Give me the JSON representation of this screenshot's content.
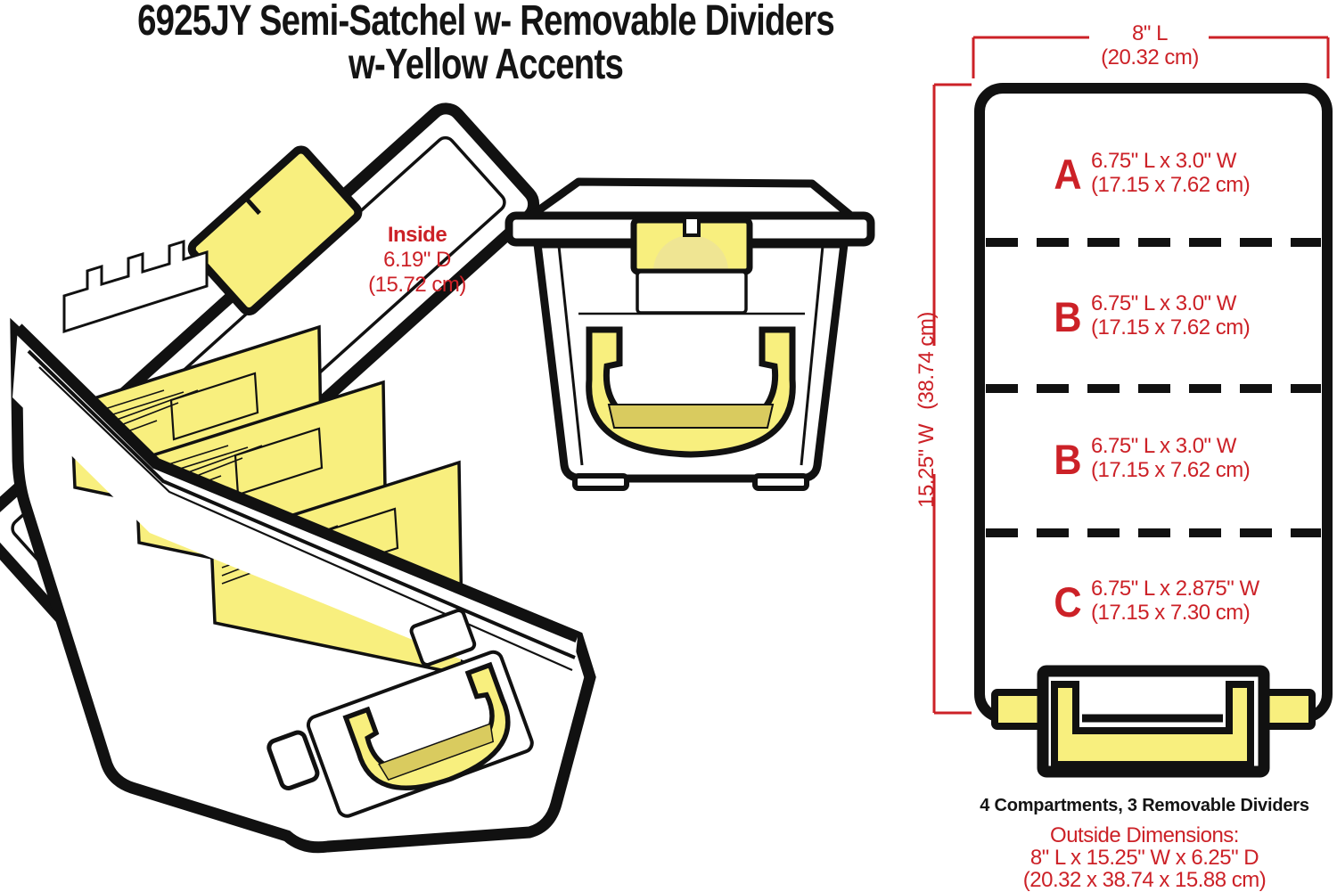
{
  "title": {
    "line1": "6925JY Semi-Satchel w- Removable Dividers",
    "line2": "w-Yellow Accents"
  },
  "inside_note": {
    "label": "Inside",
    "depth_in": "6.19\" D",
    "depth_cm": "(15.72 cm)"
  },
  "top_view": {
    "length_dim": {
      "inches": "8\" L",
      "cm": "(20.32 cm)"
    },
    "width_dim": {
      "inches": "15.25\" W",
      "cm": "(38.74 cm)"
    },
    "compartments": [
      {
        "letter": "A",
        "size_in": "6.75\" L x 3.0\" W",
        "size_cm": "(17.15 x 7.62 cm)"
      },
      {
        "letter": "B",
        "size_in": "6.75\" L x 3.0\" W",
        "size_cm": "(17.15 x 7.62 cm)"
      },
      {
        "letter": "B",
        "size_in": "6.75\" L x 3.0\" W",
        "size_cm": "(17.15 x 7.62 cm)"
      },
      {
        "letter": "C",
        "size_in": "6.75\" L x 2.875\" W",
        "size_cm": "(17.15 x 7.30 cm)"
      }
    ],
    "caption": "4 Compartments, 3 Removable Dividers",
    "outside_dims": {
      "label": "Outside Dimensions:",
      "inches": "8\" L x 15.25\" W x 6.25\" D",
      "cm": "(20.32 x 38.74 x 15.88 cm)"
    }
  },
  "colors": {
    "accent_yellow": "#F8EF7E",
    "accent_yellow_dark": "#D9CB5F",
    "dim_red": "#CC2127",
    "line_black": "#111111"
  }
}
